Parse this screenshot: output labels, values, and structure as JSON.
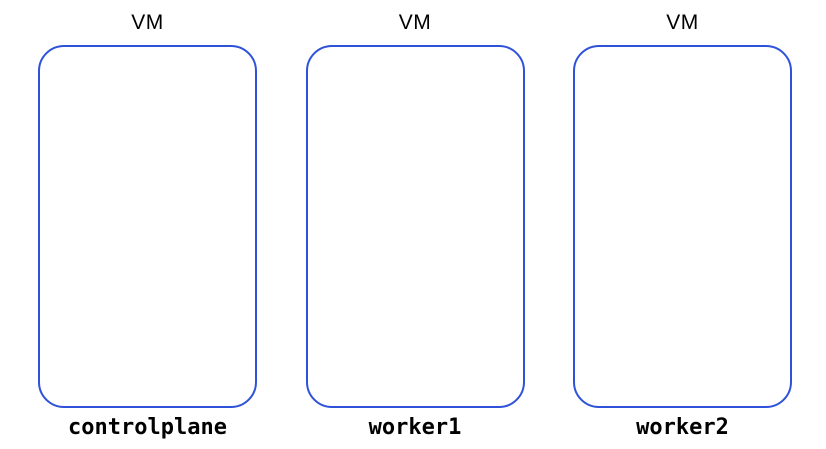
{
  "diagram": {
    "vms": [
      {
        "type_label": "VM",
        "name": "controlplane"
      },
      {
        "type_label": "VM",
        "name": "worker1"
      },
      {
        "type_label": "VM",
        "name": "worker2"
      }
    ],
    "colors": {
      "border": "#2e52d9",
      "text": "#000000",
      "background": "#ffffff"
    }
  }
}
